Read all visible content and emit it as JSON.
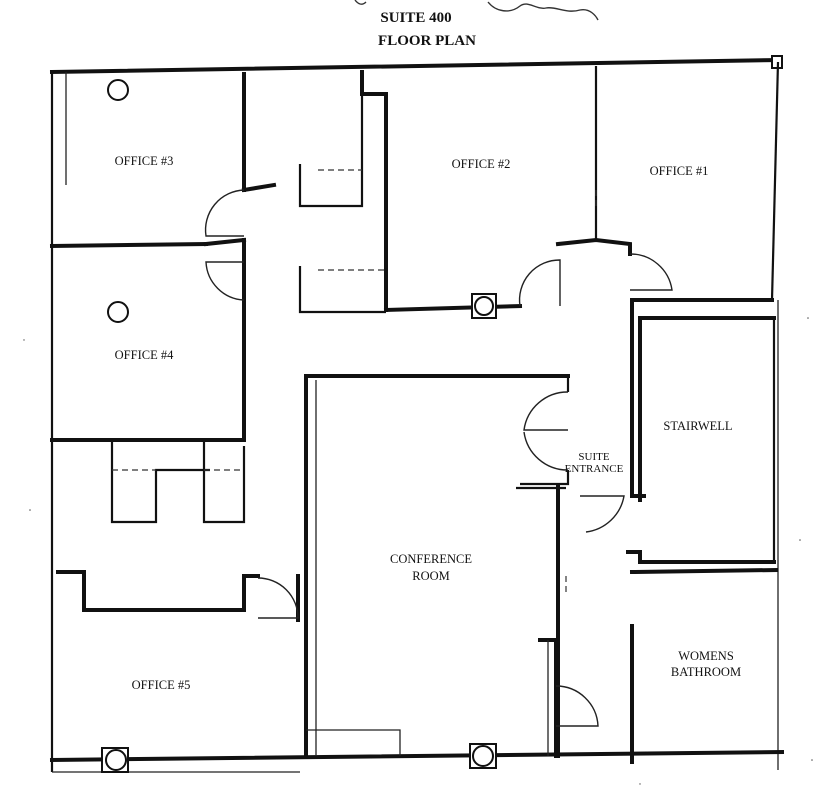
{
  "title": {
    "line1": "SUITE 400",
    "line2": "FLOOR PLAN"
  },
  "rooms": {
    "office3": "OFFICE #3",
    "office2": "OFFICE #2",
    "office1": "OFFICE #1",
    "office4": "OFFICE #4",
    "stairwell": "STAIRWELL",
    "suite_entrance_1": "SUITE",
    "suite_entrance_2": "ENTRANCE",
    "conference_1": "CONFERENCE",
    "conference_2": "ROOM",
    "office5": "OFFICE #5",
    "womens_1": "WOMENS",
    "womens_2": "BATHROOM"
  },
  "colors": {
    "ink": "#111111",
    "paper": "#ffffff"
  }
}
